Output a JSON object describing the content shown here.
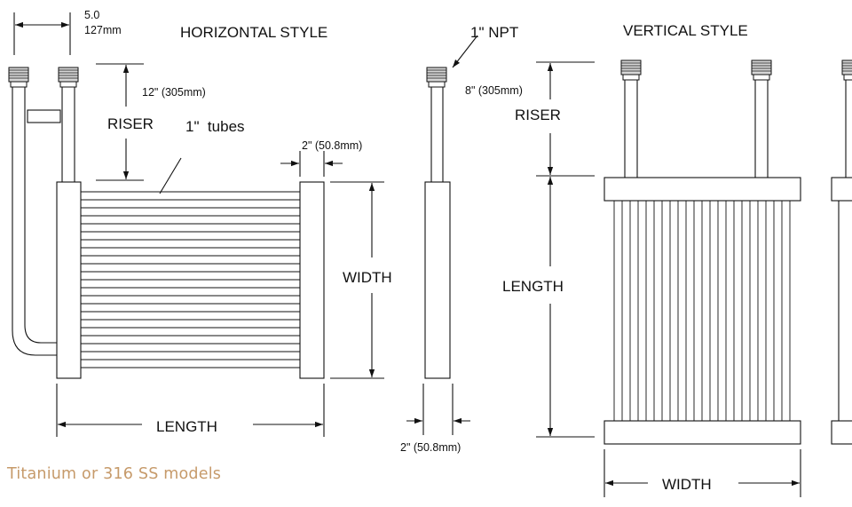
{
  "horizontal": {
    "title": "HORIZONTAL STYLE",
    "top_offset_in": "5.0",
    "top_offset_mm": "127mm",
    "riser_dim": "12\" (305mm)",
    "riser_label": "RISER",
    "tubes_label": "1\"  tubes",
    "header_width_dim": "2\" (50.8mm)",
    "width_label": "WIDTH",
    "length_label": "LENGTH"
  },
  "side_view": {
    "npt_label": "1\" NPT",
    "depth_dim": "2\" (50.8mm)"
  },
  "vertical": {
    "title": "VERTICAL STYLE",
    "riser_dim": "8\" (305mm)",
    "riser_label": "RISER",
    "length_label": "LENGTH",
    "width_label": "WIDTH"
  },
  "caption": "Titanium or 316 SS models",
  "colors": {
    "line": "#111111",
    "fitting_fill": "#cfcfcf",
    "caption": "#c69a6a"
  }
}
